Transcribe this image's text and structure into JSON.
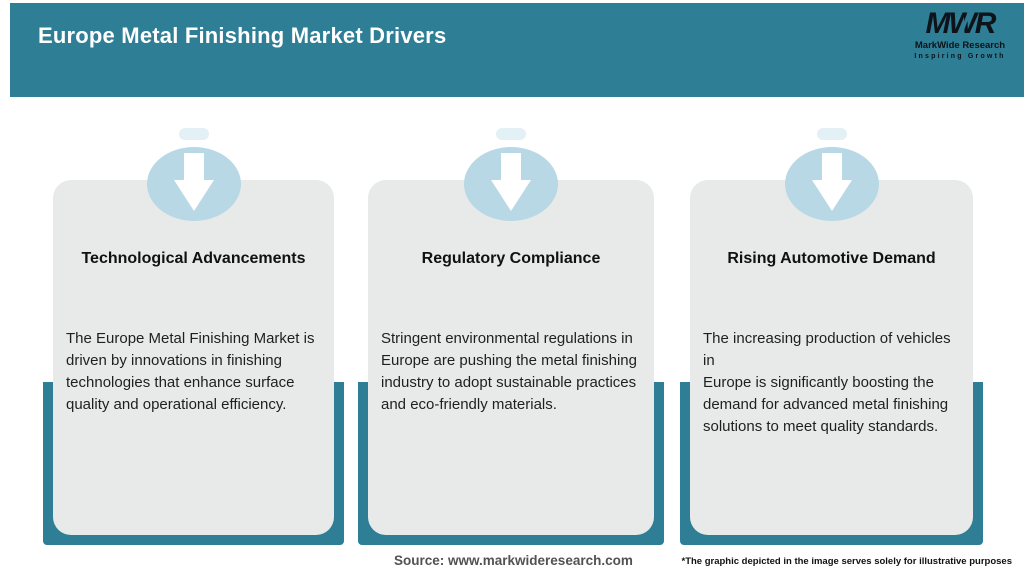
{
  "header": {
    "title": "Europe Metal Finishing Market Drivers"
  },
  "logo": {
    "monogram": "MWR",
    "brand": "MarkWide Research",
    "tagline": "Inspiring Growth"
  },
  "cards": [
    {
      "title": "Technological Advancements",
      "body": "The Europe Metal Finishing Market is\ndriven by innovations in finishing\ntechnologies that enhance surface\nquality and operational efficiency."
    },
    {
      "title": "Regulatory Compliance",
      "body": "Stringent environmental regulations in\nEurope are pushing the metal finishing\nindustry to adopt sustainable practices\nand eco-friendly materials."
    },
    {
      "title": "Rising Automotive Demand",
      "body": "The increasing production of vehicles in\nEurope is significantly boosting the\ndemand for advanced metal finishing\nsolutions to meet quality standards."
    }
  ],
  "footer": {
    "source": "Source: www.markwideresearch.com",
    "disclaimer": "*The graphic depicted in the image serves solely for illustrative purposes"
  },
  "colors": {
    "teal": "#2e7e96",
    "circle_blue": "#b7d8e4",
    "card_gray": "#e8eaea",
    "title_white": "#ffffff",
    "text_dark": "#1f1f1f",
    "source_gray": "#525252"
  }
}
